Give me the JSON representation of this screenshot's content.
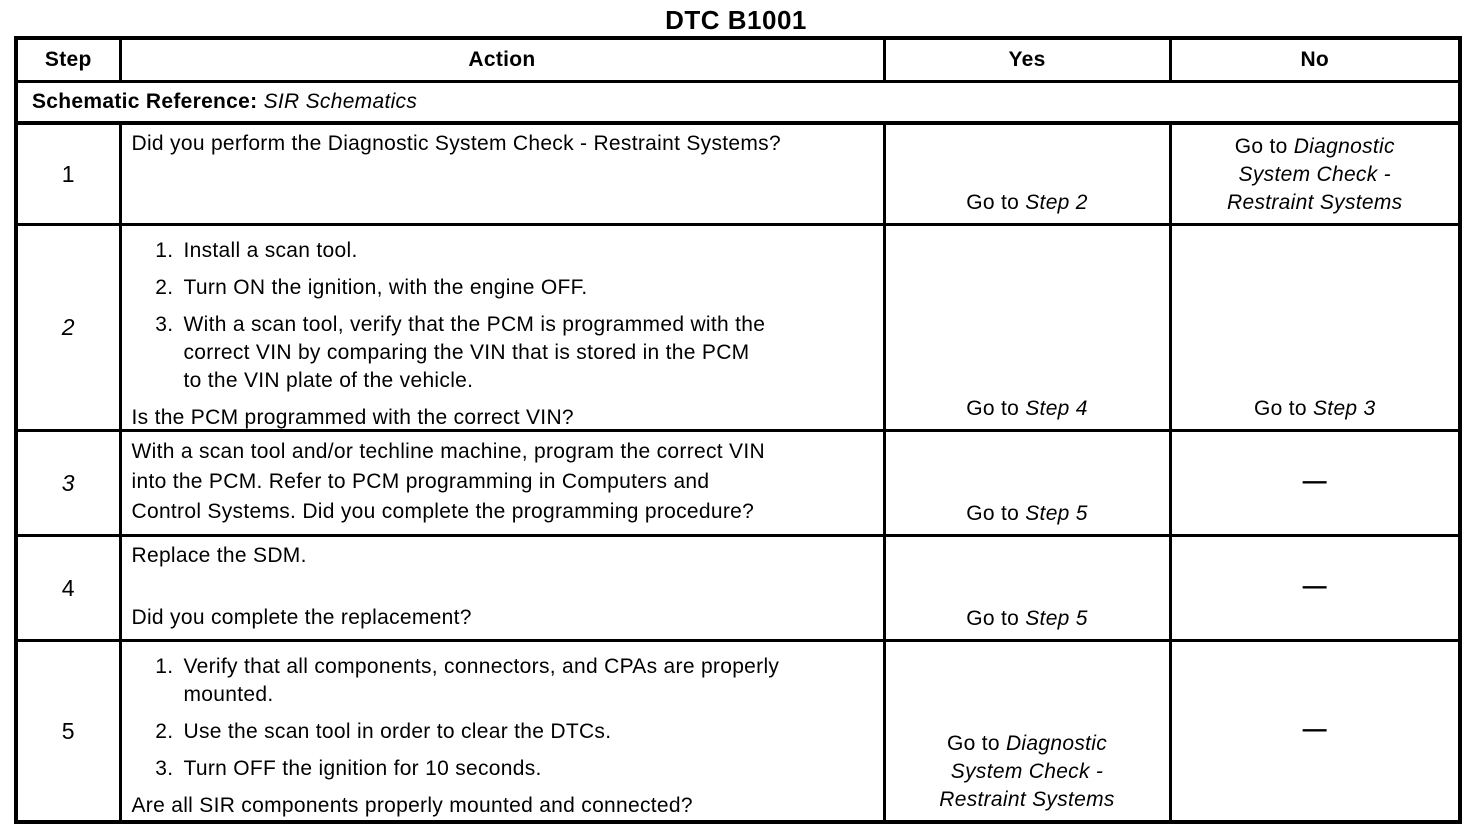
{
  "title": "DTC B1001",
  "colors": {
    "ink": "#000000",
    "paper": "#ffffff"
  },
  "table": {
    "headers": {
      "step": "Step",
      "action": "Action",
      "yes": "Yes",
      "no": "No"
    },
    "schematic_reference": {
      "label": "Schematic Reference:",
      "value": "SIR Schematics"
    },
    "rows": [
      {
        "step": "1",
        "question": "Did you perform the Diagnostic System Check - Restraint Systems?",
        "yes": {
          "prefix": "Go to",
          "ref": "Step 2"
        },
        "no": {
          "prefix": "Go to",
          "ref_lines": [
            "Diagnostic",
            "System Check -",
            "Restraint Systems"
          ]
        }
      },
      {
        "step": "2",
        "items": [
          [
            "Install a scan tool."
          ],
          [
            "Turn ON the ignition, with the engine OFF."
          ],
          [
            "With a scan tool, verify that the PCM is programmed with the",
            "correct VIN by comparing the VIN that is stored in the PCM",
            "to the VIN plate of the vehicle."
          ]
        ],
        "question": "Is the PCM programmed with the correct VIN?",
        "yes": {
          "prefix": "Go to",
          "ref": "Step 4"
        },
        "no": {
          "prefix": "Go to",
          "ref": "Step 3"
        }
      },
      {
        "step": "3",
        "lines": [
          "With a scan tool and/or techline machine, program the correct VIN",
          "into the PCM. Refer to PCM programming in Computers and",
          "Control Systems. Did you complete the programming procedure?"
        ],
        "yes": {
          "prefix": "Go to",
          "ref": "Step 5"
        },
        "no": {
          "dash": "—"
        }
      },
      {
        "step": "4",
        "intro": "Replace the SDM.",
        "question": "Did you complete the replacement?",
        "yes": {
          "prefix": "Go to",
          "ref": "Step 5"
        },
        "no": {
          "dash": "—"
        }
      },
      {
        "step": "5",
        "items": [
          [
            "Verify that all components, connectors, and CPAs are properly",
            "mounted."
          ],
          [
            "Use the scan tool in order to clear the DTCs."
          ],
          [
            "Turn OFF the ignition for 10 seconds."
          ]
        ],
        "question": "Are all SIR components properly mounted and connected?",
        "yes": {
          "prefix": "Go to",
          "ref_lines": [
            "Diagnostic",
            "System Check -",
            "Restraint Systems"
          ]
        },
        "no": {
          "dash": "—"
        }
      }
    ]
  }
}
